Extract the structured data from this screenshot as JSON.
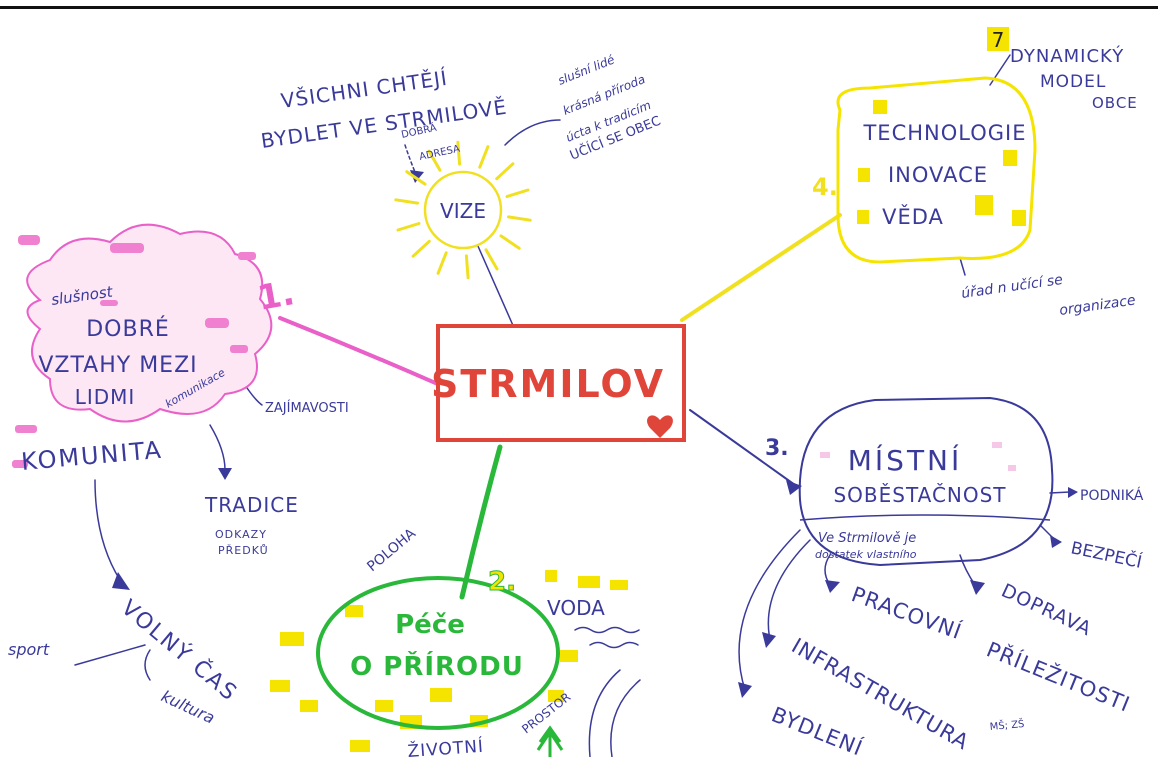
{
  "center": {
    "label": "STRMILOV"
  },
  "vision": {
    "label": "VIZE",
    "headline": [
      "VŠICHNI CHTĚJÍ",
      "BYDLET VE STRMILOVĚ"
    ],
    "good_address": [
      "DOBRÁ",
      "ADRESA"
    ],
    "notes": [
      "slušní lidé",
      "krásná příroda",
      "úcta k tradicím",
      "UČÍCÍ SE OBEC"
    ]
  },
  "branch1": {
    "number": "1.",
    "note": "slušnost",
    "title": [
      "DOBRÉ",
      "VZTAHY MEZI",
      "LIDMI"
    ],
    "communication": "komunikace",
    "interests": "ZAJÍMAVOSTI",
    "community": "KOMUNITA",
    "tradition": "TRADICE",
    "ancestors": [
      "ODKAZY",
      "PŘEDKŮ"
    ],
    "free_time": "VOLNÝ ČAS",
    "sport": "sport",
    "culture": "kultura"
  },
  "branch2": {
    "number": "2.",
    "title": [
      "Péče",
      "O PŘÍRODU"
    ],
    "location": "POLOHA",
    "water": "VODA",
    "space": "PROSTOR",
    "environment": "ŽIVOTNÍ"
  },
  "branch3": {
    "number": "3.",
    "title": [
      "MÍSTNÍ",
      "SOBĚSTAČNOST"
    ],
    "note": [
      "Ve Strmilově je",
      "dostatek vlastního"
    ],
    "business": "PODNIKÁ",
    "safety": "BEZPEČÍ",
    "transport": "DOPRAVA",
    "jobs": [
      "PRACOVNÍ",
      "PŘÍLEŽITOSTI"
    ],
    "infrastructure": "INFRASTRUKTURA",
    "housing": "BYDLENÍ",
    "hs": "MŠ; ZŠ"
  },
  "branch4": {
    "number": "4.",
    "items": [
      "TECHNOLOGIE",
      "INOVACE",
      "VĚDA"
    ],
    "note": [
      "úřad n učící se",
      "organizace"
    ]
  },
  "model": {
    "number": "7",
    "label": [
      "DYNAMICKÝ",
      "MODEL",
      "OBCE"
    ]
  },
  "colors": {
    "center": "#e0453a",
    "pink": "#e860c8",
    "green": "#2ab83a",
    "blue": "#3a3a9a",
    "yellow": "#f5e400",
    "sun": "#f0e020"
  }
}
